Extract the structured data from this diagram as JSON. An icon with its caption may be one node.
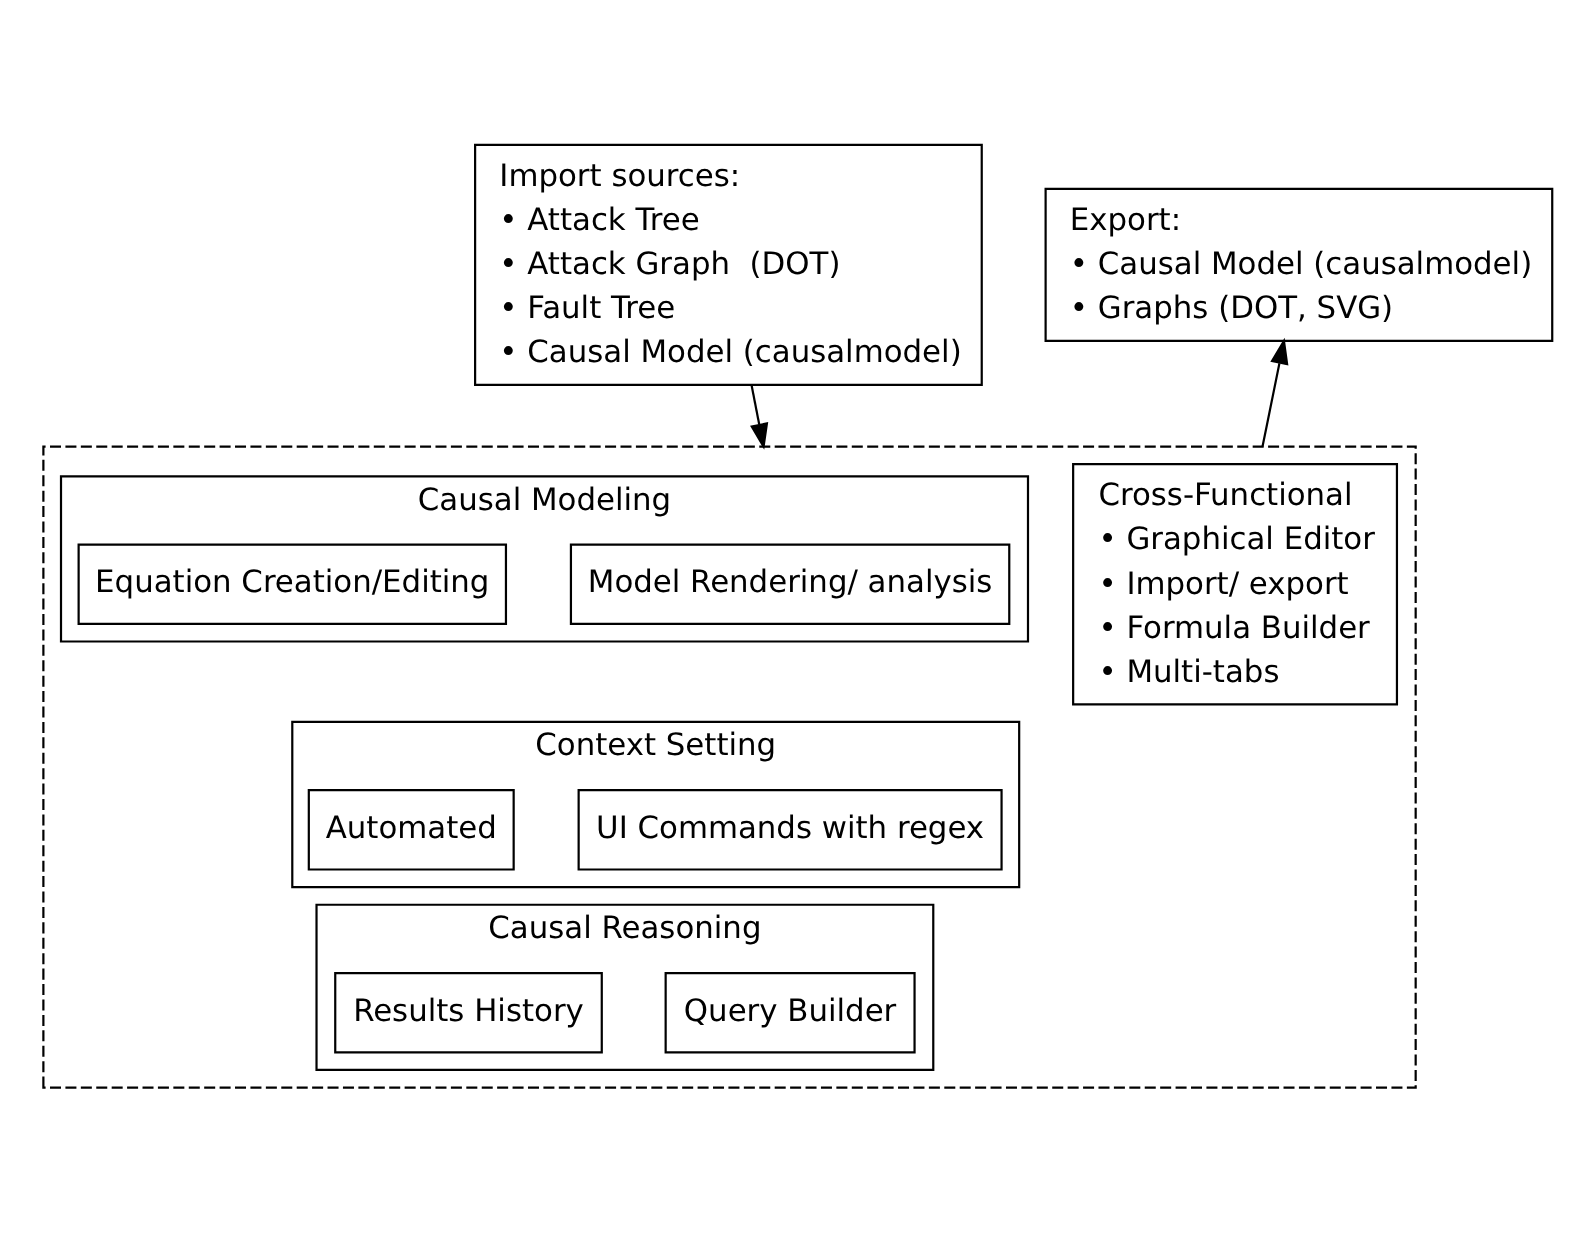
{
  "diagram": {
    "nodes": [
      {
        "text": [
          "Import sources:",
          "• Attack Tree",
          "• Attack Graph  (DOT)",
          "• Fault Tree",
          "• Causal Model (causalmodel)"
        ]
      },
      {
        "text": [
          "Export:",
          "• Causal Model (causalmodel)",
          "• Graphs (DOT, SVG)"
        ]
      },
      {
        "text": [],
        "shape": "box"
      },
      {
        "text": [
          "Causal Modeling"
        ],
        "in": 2
      },
      {
        "text": [
          "Model Rendering/ analysis"
        ],
        "in": 3
      },
      {
        "text": [
          "Equation Creation/Editing"
        ],
        "in": 3
      },
      {
        "text": [
          "Context Setting"
        ],
        "in": 2
      },
      {
        "text": [
          "UI Commands with regex"
        ],
        "in": 6
      },
      {
        "text": [
          "Automated"
        ],
        "in": 6
      },
      {
        "text": [
          "Causal Reasoning"
        ],
        "in": 2
      },
      {
        "text": [
          "Query Builder"
        ],
        "in": 9
      },
      {
        "text": [
          "Results History"
        ],
        "in": 9
      },
      {
        "text": [
          "Cross-Functional",
          "• Graphical Editor",
          "• Import/ export",
          "• Formula Builder",
          "• Multi-tabs"
        ],
        "in": 2
      }
    ],
    "edges": [
      {
        "from": 0,
        "to": 2,
        "arrow": "to"
      },
      {
        "from": 2,
        "to": 1,
        "arrow": "to"
      }
    ]
  }
}
